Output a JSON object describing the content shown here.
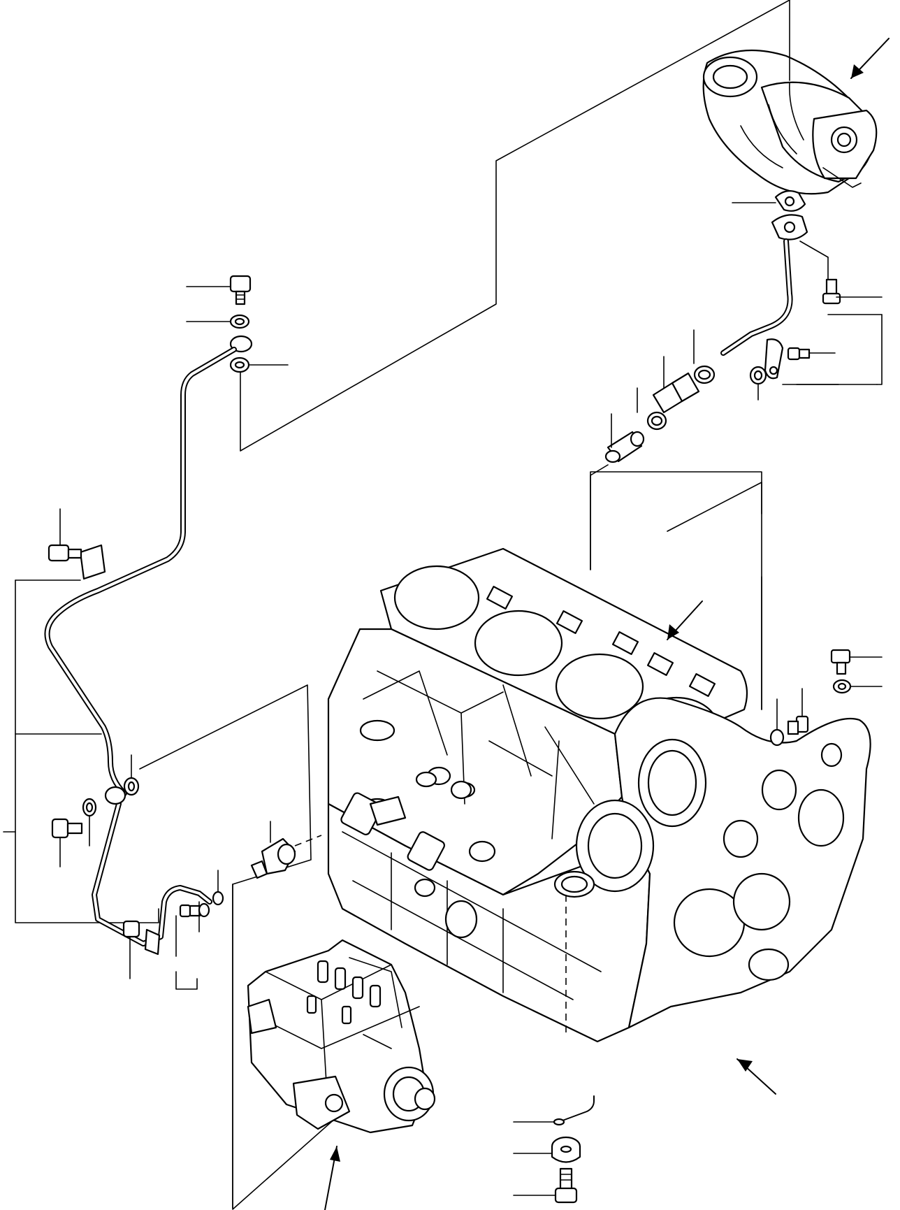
{
  "diagram": {
    "parts": [
      {
        "name": "turbocharger",
        "icon": "turbocharger-icon"
      },
      {
        "name": "turbo-gasket",
        "icon": "gasket-icon"
      },
      {
        "name": "oil-return-pipe",
        "icon": "pipe-icon"
      },
      {
        "name": "hose-clamp",
        "icon": "clamp-icon"
      },
      {
        "name": "rubber-hose",
        "icon": "hose-icon"
      },
      {
        "name": "return-pipe-connector",
        "icon": "connector-icon"
      },
      {
        "name": "cylinder-block",
        "icon": "engine-block-icon"
      },
      {
        "name": "oil-feed-pipe",
        "icon": "pipe-icon"
      },
      {
        "name": "banjo-bolt",
        "icon": "bolt-icon"
      },
      {
        "name": "sealing-washer",
        "icon": "washer-icon"
      },
      {
        "name": "oil-pressure-switch",
        "icon": "sensor-icon"
      },
      {
        "name": "fuel-injection-pump",
        "icon": "pump-icon"
      },
      {
        "name": "drain-cock",
        "icon": "drain-cock-icon"
      }
    ],
    "colors": {
      "line": "#000000",
      "background": "#ffffff"
    }
  }
}
